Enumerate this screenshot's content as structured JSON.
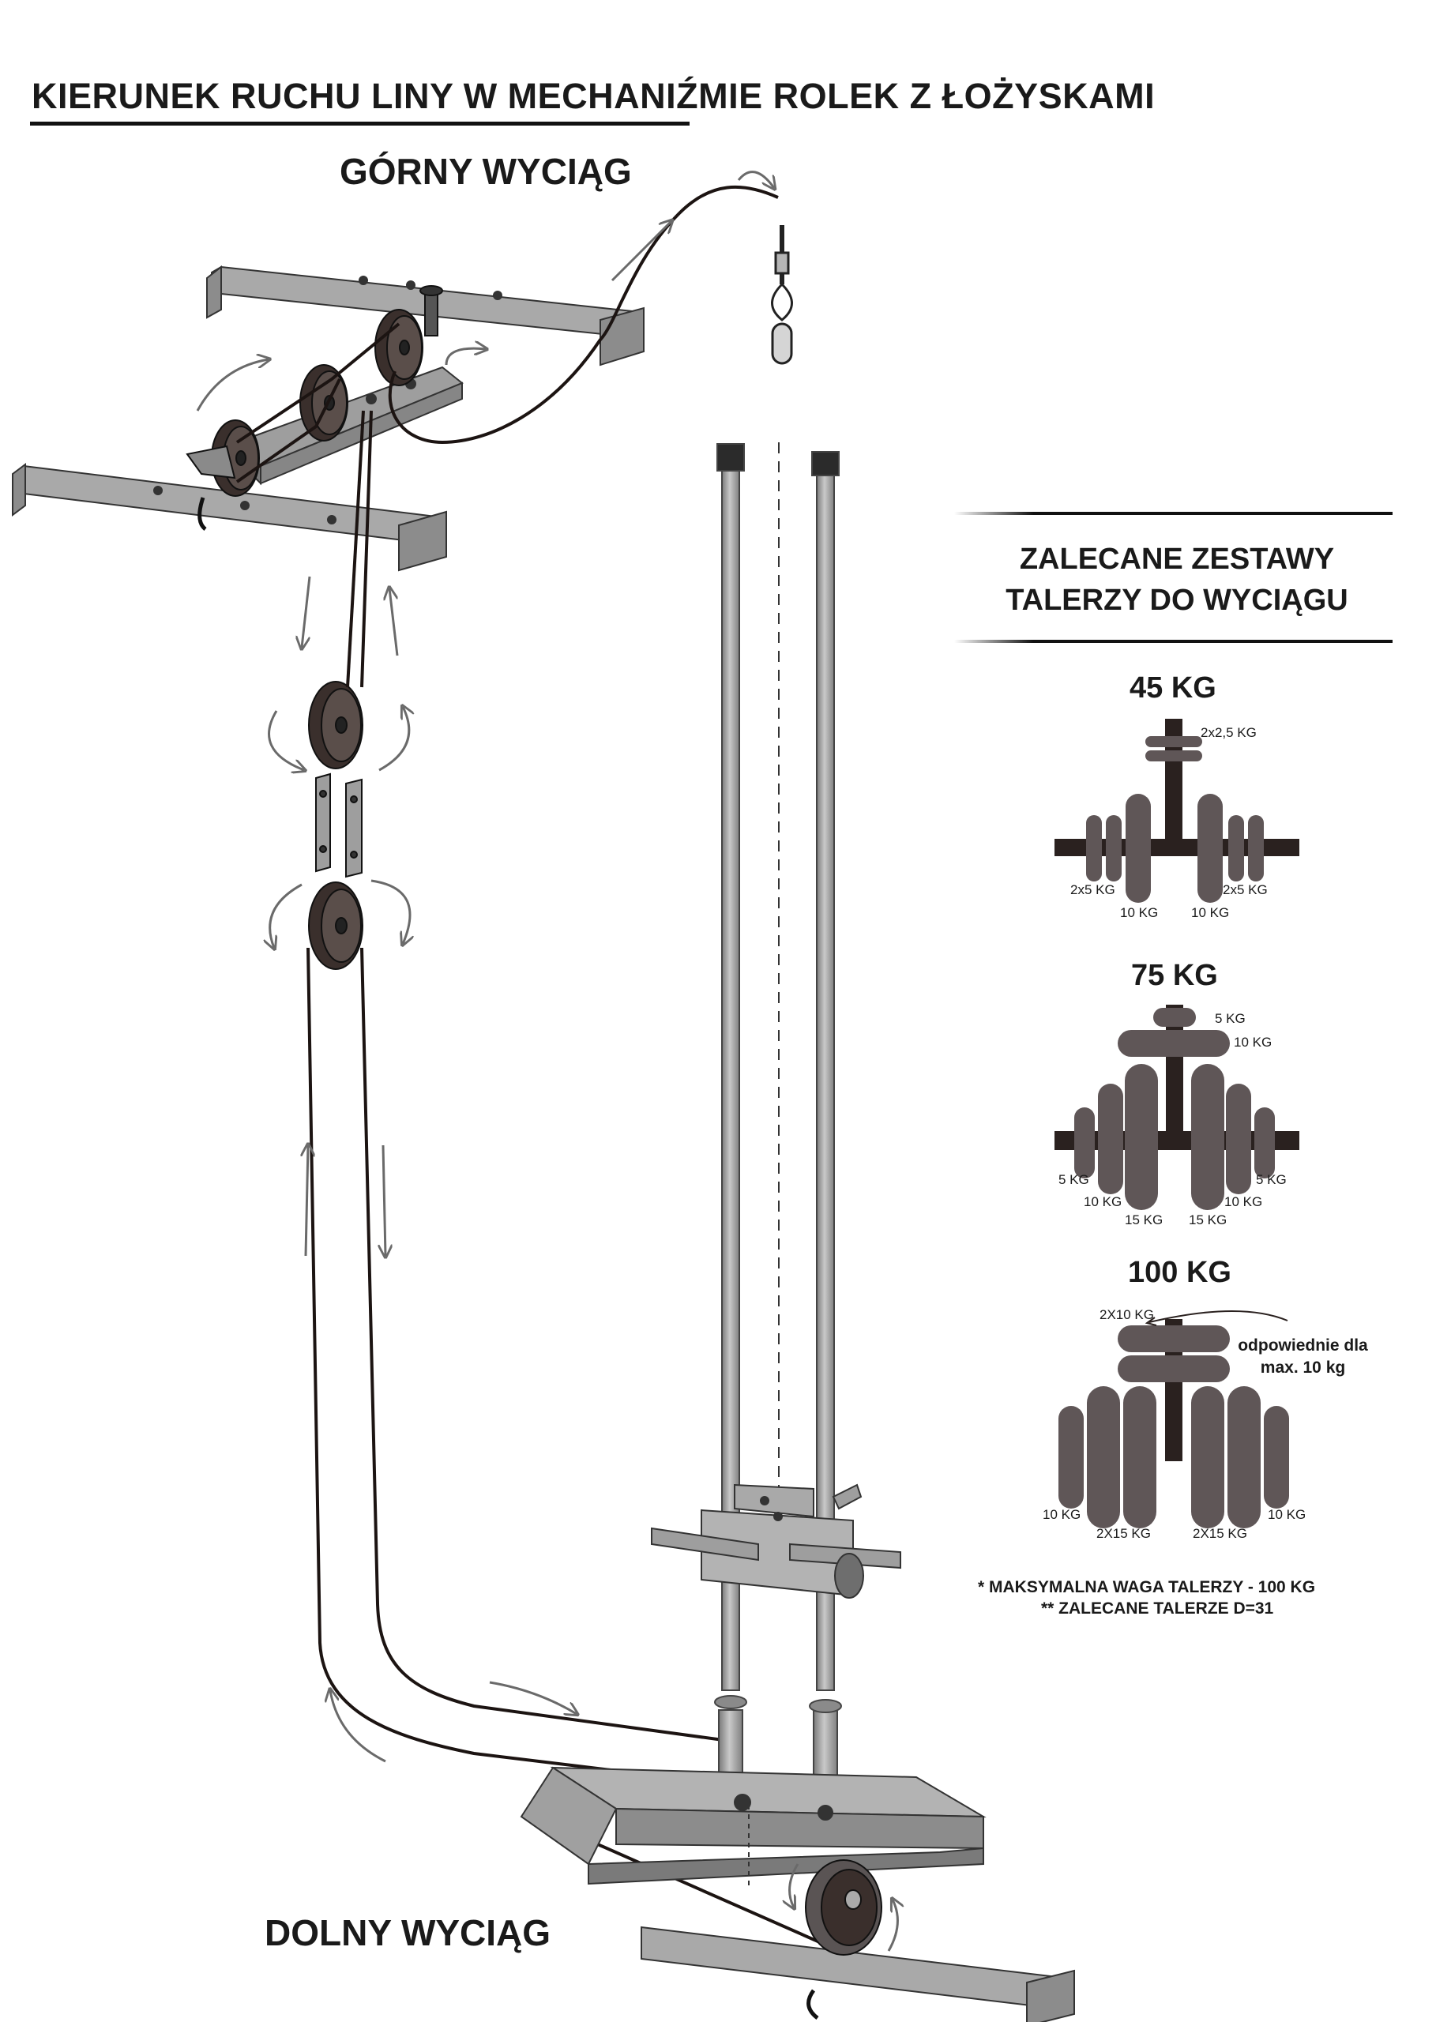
{
  "title": "KIERUNEK RUCHU LINY W MECHANIŹMIE ROLEK Z ŁOŻYSKAMI",
  "upper_pulley_label": "GÓRNY WYCIĄG",
  "lower_pulley_label": "DOLNY WYCIĄG",
  "recommended_panel": {
    "heading_line1": "ZALECANE ZESTAWY",
    "heading_line2": "TALERZY DO WYCIĄGU",
    "sets": [
      {
        "title": "45 KG",
        "labels": {
          "top": "2x2,5 KG",
          "left_small": "2x5 KG",
          "right_small": "2x5 KG",
          "left_big": "10 KG",
          "right_big": "10 KG"
        }
      },
      {
        "title": "75 KG",
        "labels": {
          "top_small": "5 KG",
          "top_big": "10 KG",
          "left_outer": "5 KG",
          "left_mid": "10 KG",
          "left_inner": "15 KG",
          "right_inner": "15 KG",
          "right_mid": "10 KG",
          "right_outer": "5 KG"
        }
      },
      {
        "title": "100 KG",
        "labels": {
          "top": "2X10 KG",
          "note": "odpowiednie dla max. 10 kg",
          "left_outer": "10 KG",
          "left_inner": "2X15 KG",
          "right_inner": "2X15 KG",
          "right_outer": "10 KG"
        }
      }
    ],
    "footnote1": "* MAKSYMALNA WAGA TALERZY -  100 KG",
    "footnote2": "** ZALECANE TALERZE D=31"
  },
  "colors": {
    "metal": "#a9a9a9",
    "metal_dark": "#6e6e6e",
    "plate": "#5f5657",
    "bar": "#2a211f",
    "cable": "#1c1412",
    "arrow": "#6a6a6a"
  }
}
